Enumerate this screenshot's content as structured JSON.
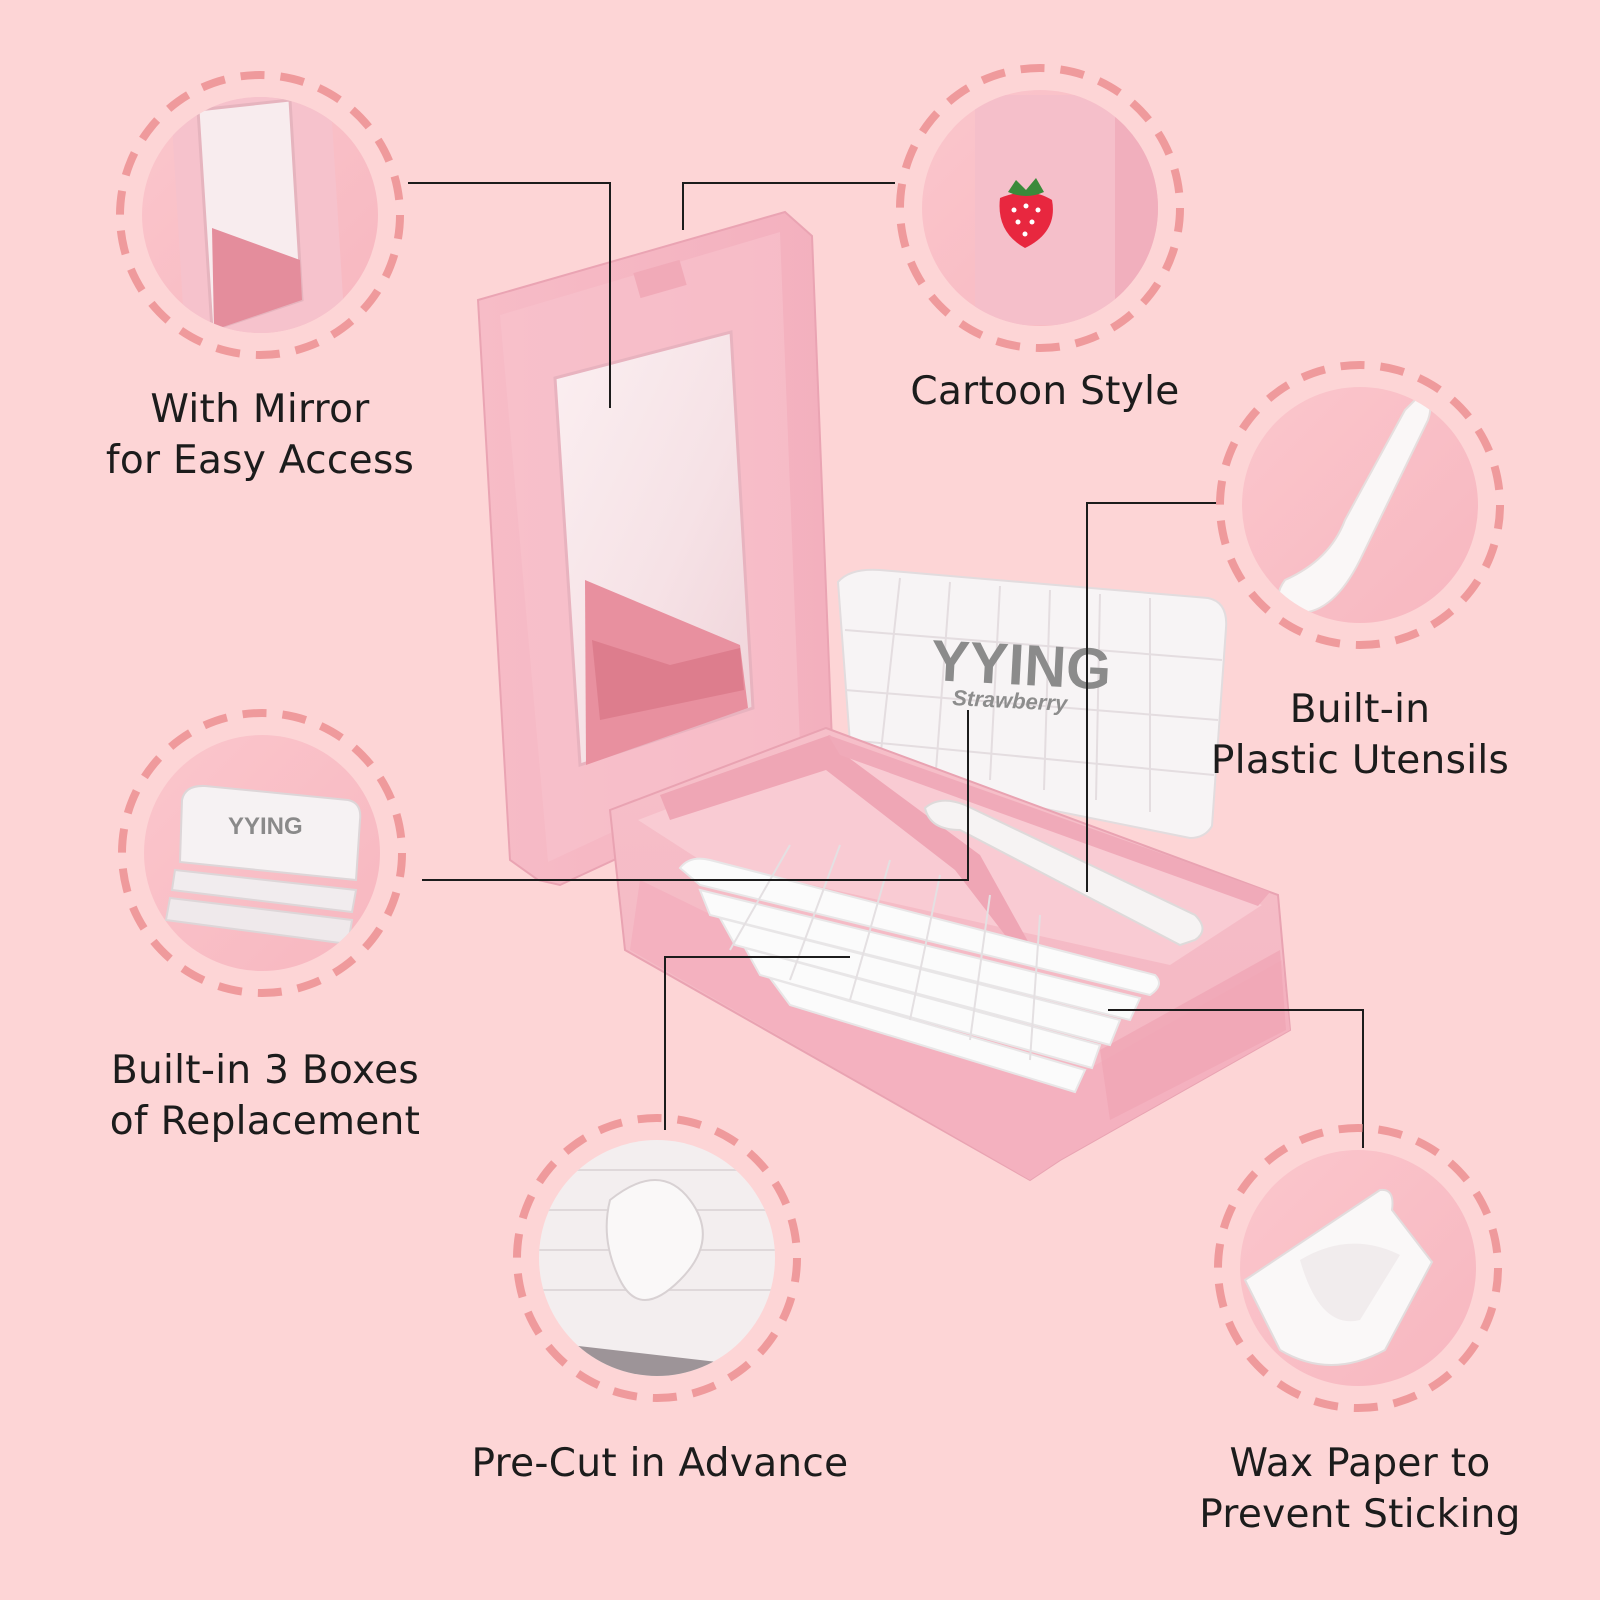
{
  "colors": {
    "background": "#fdd5d6",
    "accent_dash": "#ef9a9c",
    "case_pink": "#f5b8c3",
    "line": "#1c1c1c",
    "text": "#1c1c1c"
  },
  "brand": {
    "name": "YYING",
    "sub": "Strawberry"
  },
  "features": {
    "mirror": {
      "line1": "With Mirror",
      "line2": "for Easy Access",
      "icon": "mirror-icon"
    },
    "cartoon": {
      "line1": "Cartoon Style",
      "icon": "strawberry-icon"
    },
    "utensils": {
      "line1": "Built-in",
      "line2": "Plastic Utensils",
      "icon": "spatula-icon"
    },
    "boxes": {
      "line1": "Built-in 3 Boxes",
      "line2": "of Replacement",
      "icon": "refill-box-icon"
    },
    "precut": {
      "line1": "Pre-Cut in Advance",
      "icon": "precut-wax-icon"
    },
    "wax": {
      "line1": "Wax Paper to",
      "line2": "Prevent Sticking",
      "icon": "wax-paper-icon"
    }
  }
}
